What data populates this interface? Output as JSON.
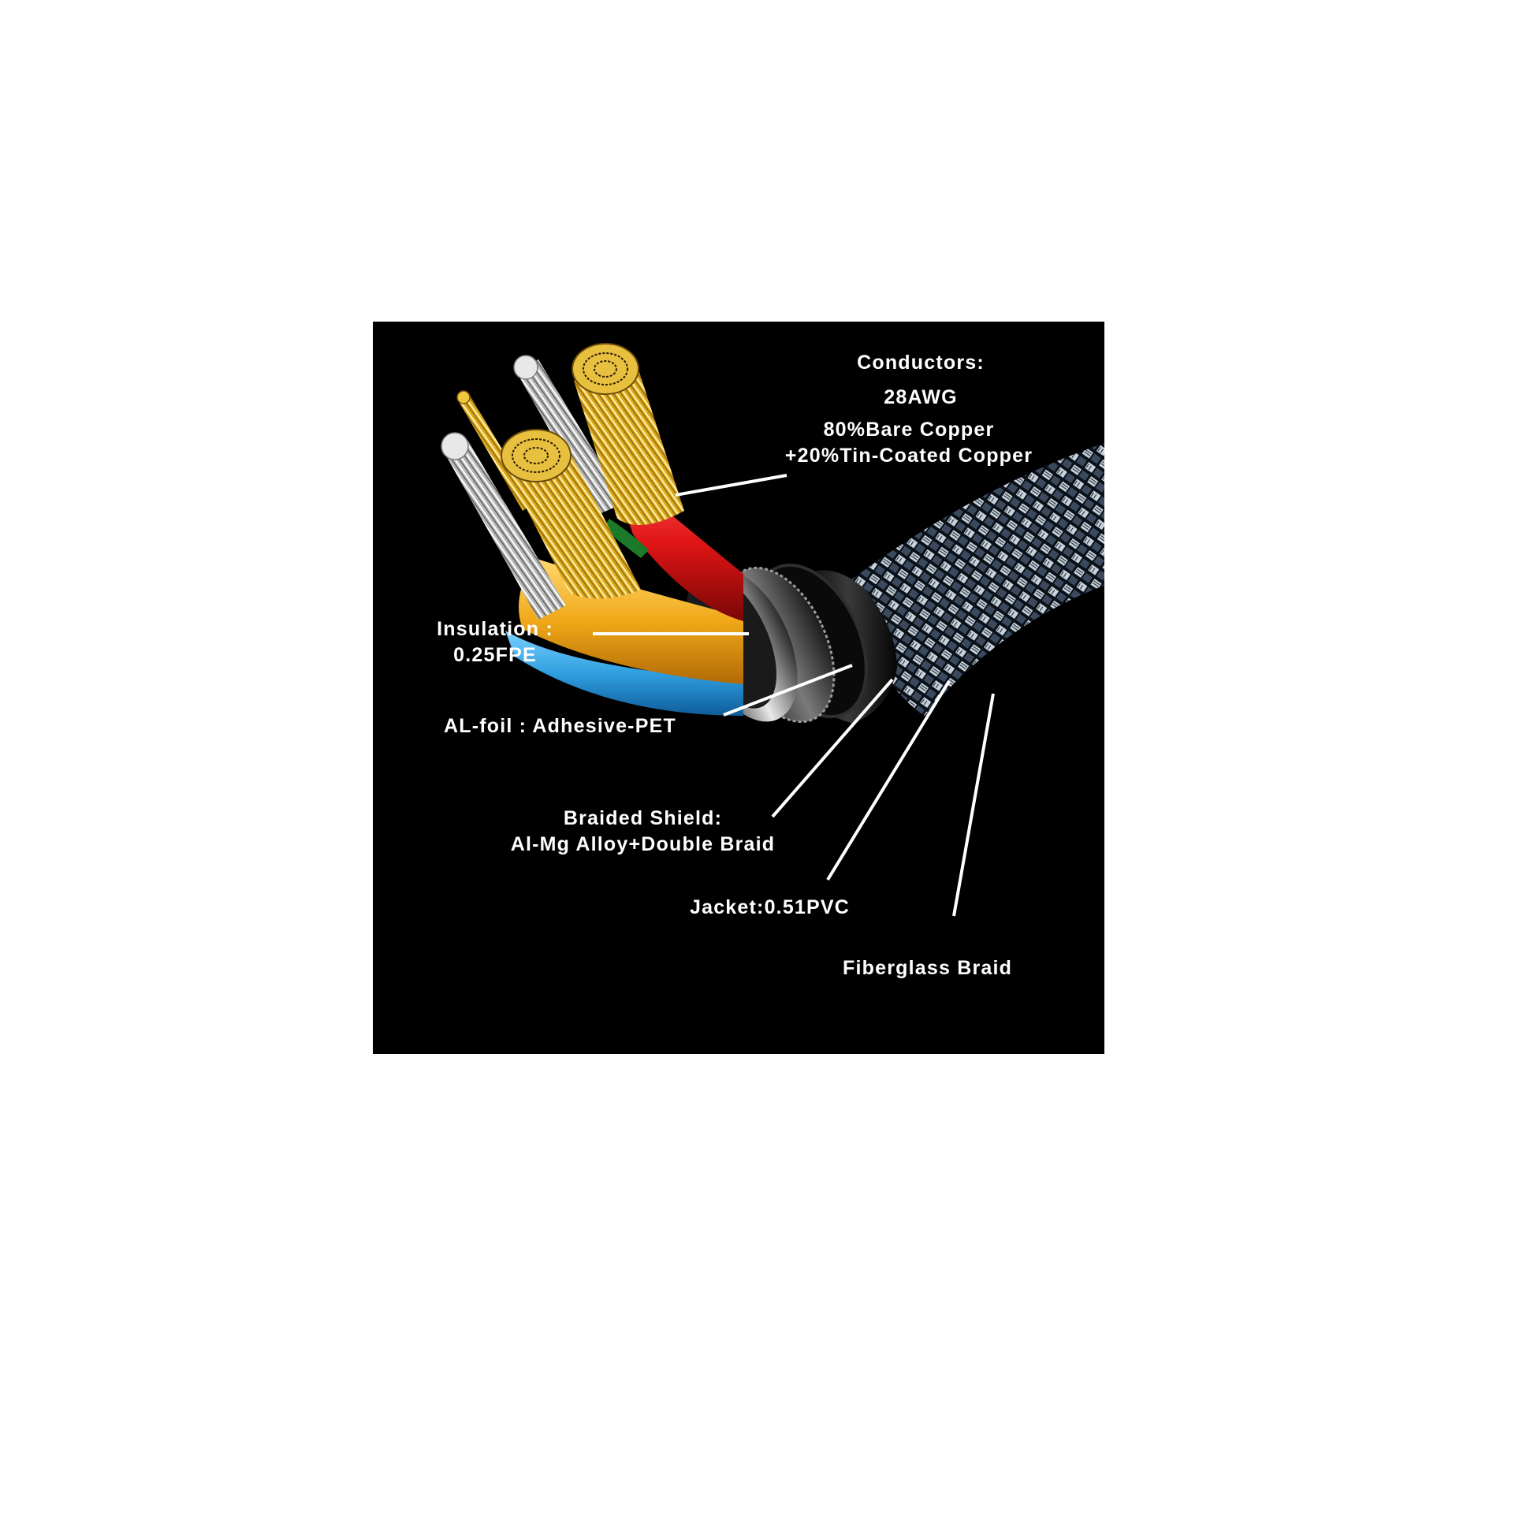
{
  "diagram": {
    "subject": "cable cross-section",
    "background_color": "#000000",
    "label_color": "#ffffff",
    "labels": {
      "conductors": {
        "title": "Conductors:",
        "gauge": "28AWG",
        "material_line1": "80%Bare Copper",
        "material_line2": "+20%Tin-Coated Copper"
      },
      "insulation": {
        "line1": "Insulation :",
        "line2": "0.25FPE"
      },
      "al_foil": {
        "line1": "AL-foil : Adhesive-PET"
      },
      "braided_shield": {
        "line1": "Braided Shield:",
        "line2": "Al-Mg Alloy+Double Braid"
      },
      "jacket": {
        "line1": "Jacket:0.51PVC"
      },
      "fiberglass": {
        "line1": "Fiberglass Braid"
      }
    },
    "layer_colors": {
      "conductor_gold": "#d9a91f",
      "conductor_silver": "#c8c8c8",
      "insulation_red": "#e01515",
      "insulation_orange": "#f0a818",
      "insulation_blue": "#2f9fe0",
      "foil_silver": "#a8a8a8",
      "shield_gray": "#5a5a5a",
      "jacket_black": "#161616",
      "fiberglass_braid": "#b8c2cc"
    }
  }
}
